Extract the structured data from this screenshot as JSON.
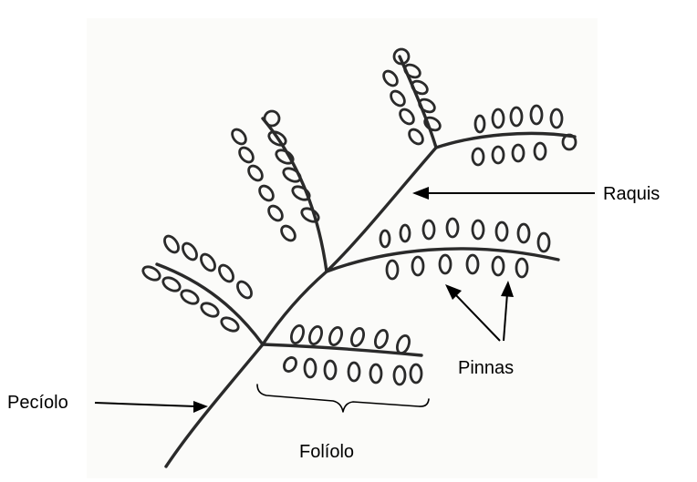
{
  "labels": {
    "raquis": "Raquis",
    "pinnas": "Pinnas",
    "peciolo": "Pecíolo",
    "foliolo": "Folíolo"
  }
}
